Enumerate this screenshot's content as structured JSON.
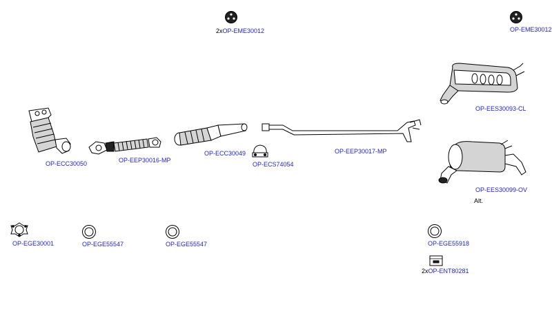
{
  "parts": [
    {
      "code": "OP-EME30012",
      "qty": "2x",
      "name": "rubber-hanger-a"
    },
    {
      "code": "OP-EME30012",
      "qty": "",
      "name": "rubber-hanger-b"
    },
    {
      "code": "OP-EES30093-CL",
      "qty": "",
      "name": "rear-silencer-cl"
    },
    {
      "code": "OP-ECC30050",
      "qty": "",
      "name": "manifold-catalyst"
    },
    {
      "code": "OP-EEP30016-MP",
      "qty": "",
      "name": "front-flex-pipe"
    },
    {
      "code": "OP-ECC30049",
      "qty": "",
      "name": "catalytic-converter"
    },
    {
      "code": "OP-ECS74054",
      "qty": "",
      "name": "clamp"
    },
    {
      "code": "OP-EEP30017-MP",
      "qty": "",
      "name": "center-pipe"
    },
    {
      "code": "OP-EES30099-OV",
      "qty": "",
      "name": "rear-silencer-ov"
    },
    {
      "code": "OP-EGE30001",
      "qty": "",
      "name": "gasket-3bolt"
    },
    {
      "code": "OP-EGE55547",
      "qty": "",
      "name": "gasket-ring-a"
    },
    {
      "code": "OP-EGE55547",
      "qty": "",
      "name": "gasket-ring-b"
    },
    {
      "code": "OP-EGE55918",
      "qty": "",
      "name": "gasket-ring-c"
    },
    {
      "code": "OP-ENT80281",
      "qty": "2x",
      "name": "fitting-kit"
    }
  ],
  "note_alt": "Alt."
}
